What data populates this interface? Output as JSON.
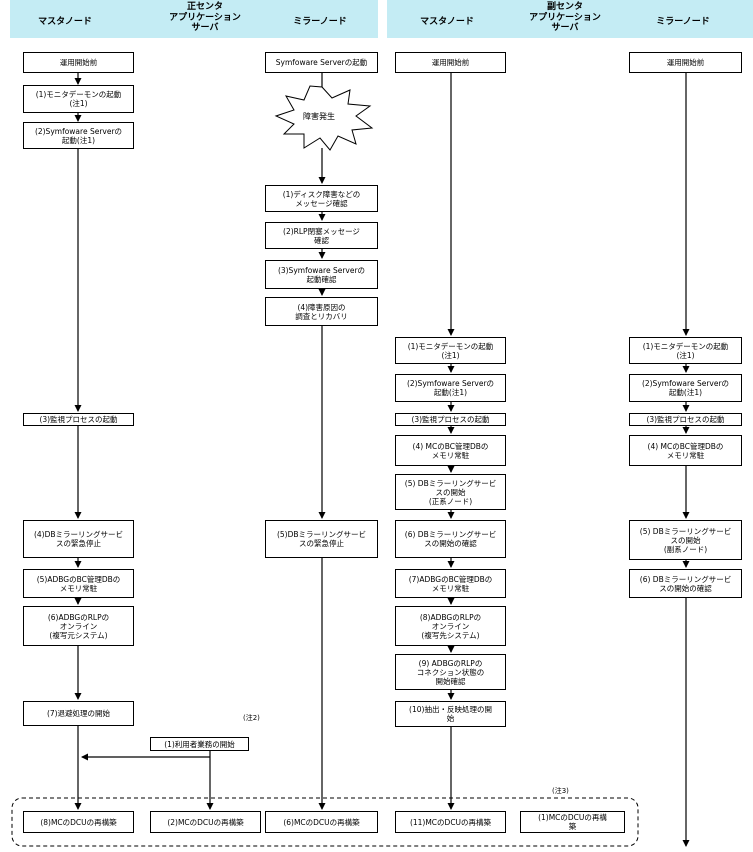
{
  "headers": {
    "left_center": "正センタ",
    "right_center": "副センタ",
    "master": "マスタノード",
    "app": "アプリケーション\nサーバ",
    "mirror": "ミラーノード"
  },
  "burst": "障害発生",
  "notes": {
    "n2": "(注2)",
    "n3": "(注3)"
  },
  "steps": {
    "p_pre": "運用開始前",
    "p1": "(1)モニタデーモンの起動\n(注1)",
    "p2": "(2)Symfoware Serverの\n起動(注1)",
    "p3": "(3)監視プロセスの起動",
    "p4": "(4)DBミラーリングサービ\nスの緊急停止",
    "p5": "(5)ADBGのBC管理DBの\nメモリ常駐",
    "p6": "(6)ADBGのRLPの\nオンライン\n(複写元システム)",
    "p7": "(7)退避処理の開始",
    "p8": "(8)MCのDCUの再構築",
    "pa1": "(1)利用者業務の開始",
    "pa2": "(2)MCのDCUの再構築",
    "pm0": "Symfoware Serverの起動",
    "pm1": "(1)ディスク障害などの\nメッセージ確認",
    "pm2": "(2)RLP閉塞メッセージ\n確認",
    "pm3": "(3)Symfoware Serverの\n起動確認",
    "pm4": "(4)障害原因の\n調査とリカバリ",
    "pm5": "(5)DBミラーリングサービ\nスの緊急停止",
    "pm6": "(6)MCのDCUの再構築",
    "s_pre": "運用開始前",
    "s1": "(1)モニタデーモンの起動\n(注1)",
    "s2": "(2)Symfoware Serverの\n起動(注1)",
    "s3": "(3)監視プロセスの起動",
    "s4": "(4) MCのBC管理DBの\nメモリ常駐",
    "s5": "(5) DBミラーリングサービ\nスの開始\n(正系ノード)",
    "s6": "(6) DBミラーリングサービ\nスの開始の確認",
    "s7": "(7)ADBGのBC管理DBの\nメモリ常駐",
    "s8": "(8)ADBGのRLPの\nオンライン\n(複写先システム)",
    "s9": "(9) ADBGのRLPの\nコネクション状態の\n開始確認",
    "s10": "(10)抽出・反映処理の開\n始",
    "s11": "(11)MCのDCUの再構築",
    "sa1": "(1)MCのDCUの再構\n築",
    "sm_pre": "運用開始前",
    "sm1": "(1)モニタデーモンの起動\n(注1)",
    "sm2": "(2)Symfoware Serverの\n起動(注1)",
    "sm3": "(3)監視プロセスの起動",
    "sm4": "(4) MCのBC管理DBの\nメモリ常駐",
    "sm5": "(5) DBミラーリングサービ\nスの開始\n(副系ノード)",
    "sm6": "(6) DBミラーリングサービ\nスの開始の確認"
  }
}
